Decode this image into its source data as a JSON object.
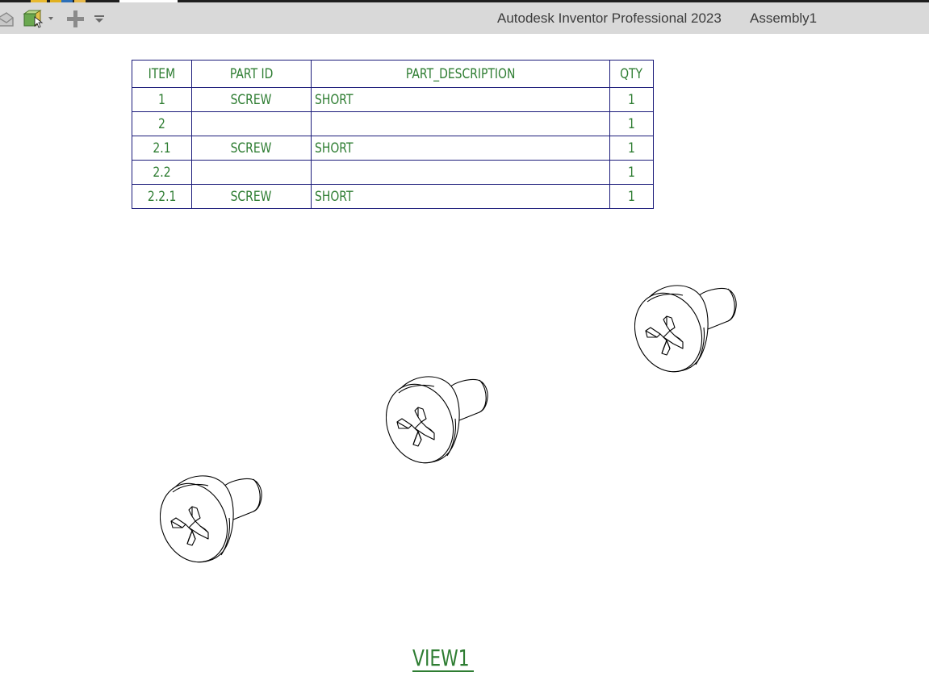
{
  "window": {
    "app_title": "Autodesk Inventor Professional 2023",
    "document_name": "Assembly1"
  },
  "quick_access_toolbar": {
    "items": [
      {
        "icon": "open-envelope-icon"
      },
      {
        "icon": "assembly-cube-icon",
        "has_dropdown": true
      },
      {
        "icon": "plus-icon"
      },
      {
        "icon": "customize-dropdown-icon"
      }
    ]
  },
  "colors": {
    "titlebar_bg": "#d9d9d9",
    "table_border": "#1b1b7a",
    "annotation_text": "#2e7d32",
    "drawing_lines": "#000000"
  },
  "parts_list": {
    "headers": {
      "item": "ITEM",
      "part_id": "PART ID",
      "description": "PART_DESCRIPTION",
      "qty": "QTY"
    },
    "rows": [
      {
        "item": "1",
        "part_id": "SCREW",
        "description": "SHORT",
        "qty": "1"
      },
      {
        "item": "2",
        "part_id": "",
        "description": "",
        "qty": "1"
      },
      {
        "item": "2.1",
        "part_id": "SCREW",
        "description": "SHORT",
        "qty": "1"
      },
      {
        "item": "2.2",
        "part_id": "",
        "description": "",
        "qty": "1"
      },
      {
        "item": "2.2.1",
        "part_id": "SCREW",
        "description": "SHORT",
        "qty": "1"
      }
    ]
  },
  "drawing": {
    "views": [
      {
        "label": "VIEW1",
        "components": [
          "screw",
          "screw",
          "screw"
        ]
      }
    ]
  }
}
